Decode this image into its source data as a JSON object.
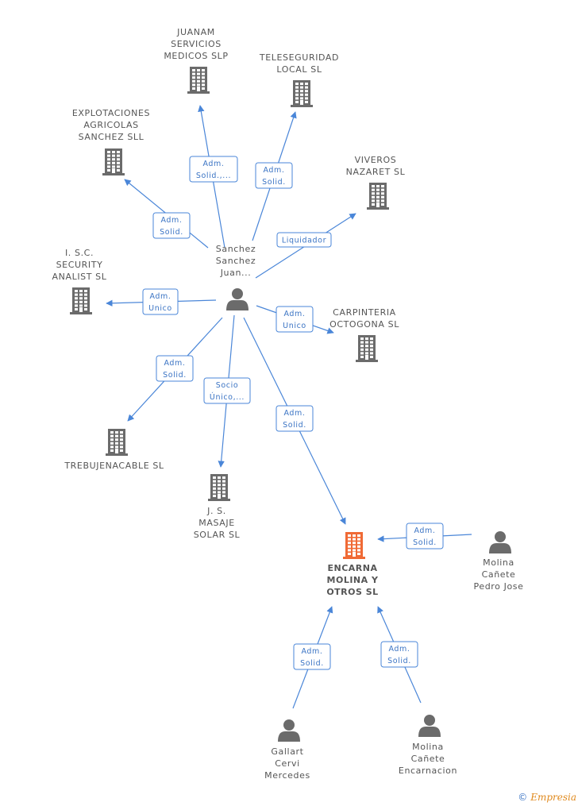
{
  "colors": {
    "edge": "#4a86d8",
    "company": "#6b6b6b",
    "company_main": "#f06a35",
    "person": "#6b6b6b"
  },
  "nodes": [
    {
      "id": "juanam",
      "kind": "company",
      "lines": [
        "JUANAM",
        "SERVICIOS",
        "MEDICOS SLP"
      ]
    },
    {
      "id": "teleseguridad",
      "kind": "company",
      "lines": [
        "TELESEGURIDAD",
        "LOCAL  SL"
      ]
    },
    {
      "id": "explotaciones",
      "kind": "company",
      "lines": [
        "EXPLOTACIONES",
        "AGRICOLAS",
        "SANCHEZ SLL"
      ]
    },
    {
      "id": "viveros",
      "kind": "company",
      "lines": [
        "VIVEROS",
        "NAZARET  SL"
      ]
    },
    {
      "id": "isc",
      "kind": "company",
      "lines": [
        "I. S.C.",
        "SECURITY",
        "ANALIST SL"
      ]
    },
    {
      "id": "carpinteria",
      "kind": "company",
      "lines": [
        "CARPINTERIA",
        "OCTOGONA SL"
      ]
    },
    {
      "id": "trebujena",
      "kind": "company",
      "lines": [
        "TREBUJENACABLE SL"
      ]
    },
    {
      "id": "jsmasaje",
      "kind": "company",
      "lines": [
        "J. S.",
        "MASAJE",
        "SOLAR SL"
      ]
    },
    {
      "id": "encarna",
      "kind": "company_main",
      "lines": [
        "ENCARNA",
        "MOLINA Y",
        "OTROS SL"
      ]
    },
    {
      "id": "sanchez",
      "kind": "person",
      "lines": [
        "Sanchez",
        "Sanchez",
        "Juan..."
      ]
    },
    {
      "id": "molina_pedro",
      "kind": "person",
      "lines": [
        "Molina",
        "Cañete",
        "Pedro Jose"
      ]
    },
    {
      "id": "gallart",
      "kind": "person",
      "lines": [
        "Gallart",
        "Cervi",
        "Mercedes"
      ]
    },
    {
      "id": "molina_encarnacion",
      "kind": "person",
      "lines": [
        "Molina",
        "Cañete",
        "Encarnacion"
      ]
    }
  ],
  "edges": [
    {
      "from": "sanchez",
      "to": "juanam",
      "label": [
        "Adm.",
        "Solid.,..."
      ]
    },
    {
      "from": "sanchez",
      "to": "teleseguridad",
      "label": [
        "Adm.",
        "Solid."
      ]
    },
    {
      "from": "sanchez",
      "to": "explotaciones",
      "label": [
        "Adm.",
        "Solid."
      ]
    },
    {
      "from": "sanchez",
      "to": "viveros",
      "label": [
        "Liquidador"
      ]
    },
    {
      "from": "sanchez",
      "to": "isc",
      "label": [
        "Adm.",
        "Unico"
      ]
    },
    {
      "from": "sanchez",
      "to": "carpinteria",
      "label": [
        "Adm.",
        "Unico"
      ]
    },
    {
      "from": "sanchez",
      "to": "trebujena",
      "label": [
        "Adm.",
        "Solid."
      ]
    },
    {
      "from": "sanchez",
      "to": "jsmasaje",
      "label": [
        "Socio",
        "Único,..."
      ]
    },
    {
      "from": "sanchez",
      "to": "encarna",
      "label": [
        "Adm.",
        "Solid."
      ]
    },
    {
      "from": "molina_pedro",
      "to": "encarna",
      "label": [
        "Adm.",
        "Solid."
      ]
    },
    {
      "from": "gallart",
      "to": "encarna",
      "label": [
        "Adm.",
        "Solid."
      ]
    },
    {
      "from": "molina_encarnacion",
      "to": "encarna",
      "label": [
        "Adm.",
        "Solid."
      ]
    }
  ],
  "footer": {
    "copyright_symbol": "©",
    "brand": "Empresia"
  }
}
